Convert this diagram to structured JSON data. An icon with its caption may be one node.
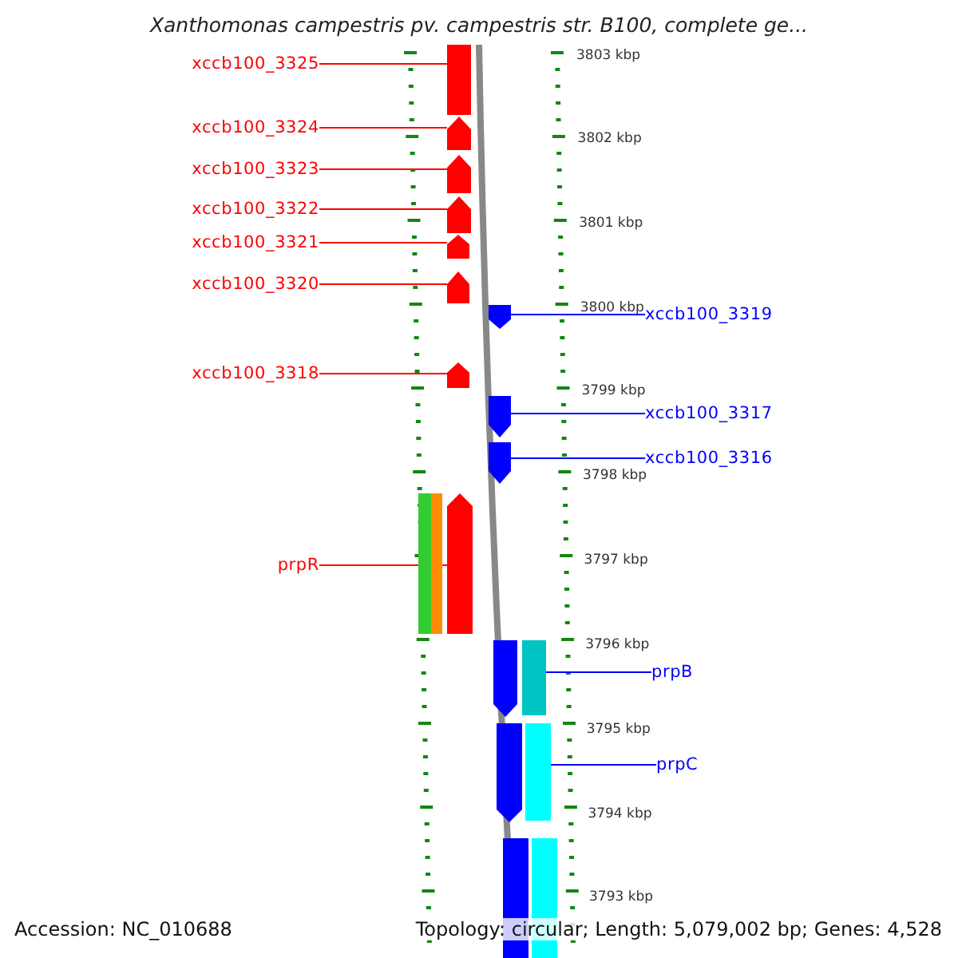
{
  "diagram": {
    "title": "Xanthomonas campestris pv. campestris str. B100, complete ge...",
    "nodes": [
      {
        "text": [
          "xccb100_3325"
        ]
      },
      {
        "text": [
          "xccb100_3324"
        ]
      },
      {
        "text": [
          "xccb100_3323"
        ]
      },
      {
        "text": [
          "xccb100_3322"
        ]
      },
      {
        "text": [
          "xccb100_3321"
        ]
      },
      {
        "text": [
          "xccb100_3320"
        ]
      },
      {
        "text": [
          "xccb100_3319"
        ]
      },
      {
        "text": [
          "xccb100_3318"
        ]
      },
      {
        "text": [
          "xccb100_3317"
        ]
      },
      {
        "text": [
          "xccb100_3316"
        ]
      },
      {
        "text": [
          "prpR"
        ]
      },
      {
        "text": [
          "prpB"
        ]
      },
      {
        "text": [
          "prpC"
        ]
      },
      {
        "text": [],
        "shape": "bar"
      },
      {
        "text": [],
        "shape": "arrow"
      },
      {
        "text": [],
        "shape": "arrow"
      },
      {
        "text": [],
        "shape": "arrow"
      },
      {
        "text": [],
        "shape": "arrow"
      },
      {
        "text": [],
        "shape": "arrow"
      },
      {
        "text": [],
        "shape": "arrow"
      },
      {
        "text": [],
        "shape": "arrow"
      },
      {
        "text": [],
        "shape": "arrow"
      },
      {
        "text": [],
        "shape": "arrow"
      },
      {
        "text": [],
        "shape": "bar"
      },
      {
        "text": [],
        "shape": "bar"
      },
      {
        "text": [],
        "shape": "arrow"
      },
      {
        "text": [],
        "shape": "arrow"
      },
      {
        "text": [],
        "shape": "bar"
      },
      {
        "text": [],
        "shape": "arrow"
      },
      {
        "text": [],
        "shape": "bar"
      },
      {
        "text": [],
        "shape": "bar"
      },
      {
        "text": [],
        "shape": "bar"
      }
    ],
    "edges": [
      {
        "from": 0,
        "to": 13,
        "arrow": "none"
      },
      {
        "from": 1,
        "to": 14,
        "arrow": "none"
      },
      {
        "from": 2,
        "to": 15,
        "arrow": "none"
      },
      {
        "from": 3,
        "to": 16,
        "arrow": "none"
      },
      {
        "from": 4,
        "to": 17,
        "arrow": "none"
      },
      {
        "from": 5,
        "to": 18,
        "arrow": "none"
      },
      {
        "from": 6,
        "to": 19,
        "arrow": "none",
        "color": "#0000ff"
      },
      {
        "from": 7,
        "to": 20,
        "arrow": "none"
      },
      {
        "from": 8,
        "to": 21,
        "arrow": "none",
        "color": "#0000ff"
      },
      {
        "from": 9,
        "to": 22,
        "arrow": "none",
        "color": "#0000ff"
      },
      {
        "from": 10,
        "to": 25,
        "arrow": "none"
      },
      {
        "from": 11,
        "to": 27,
        "arrow": "none",
        "color": "#0000ff"
      },
      {
        "from": 12,
        "to": 29,
        "arrow": "none",
        "color": "#0000ff"
      }
    ],
    "labels": [
      "3803 kbp",
      "3802 kbp",
      "3801 kbp",
      "3800 kbp",
      "3799 kbp",
      "3798 kbp",
      "3797 kbp",
      "3796 kbp",
      "3795 kbp",
      "3794 kbp",
      "3793 kbp",
      "Accession: NC_010688",
      "Topology: circular; Length: 5,079,002 bp; Genes: 4,528"
    ]
  }
}
